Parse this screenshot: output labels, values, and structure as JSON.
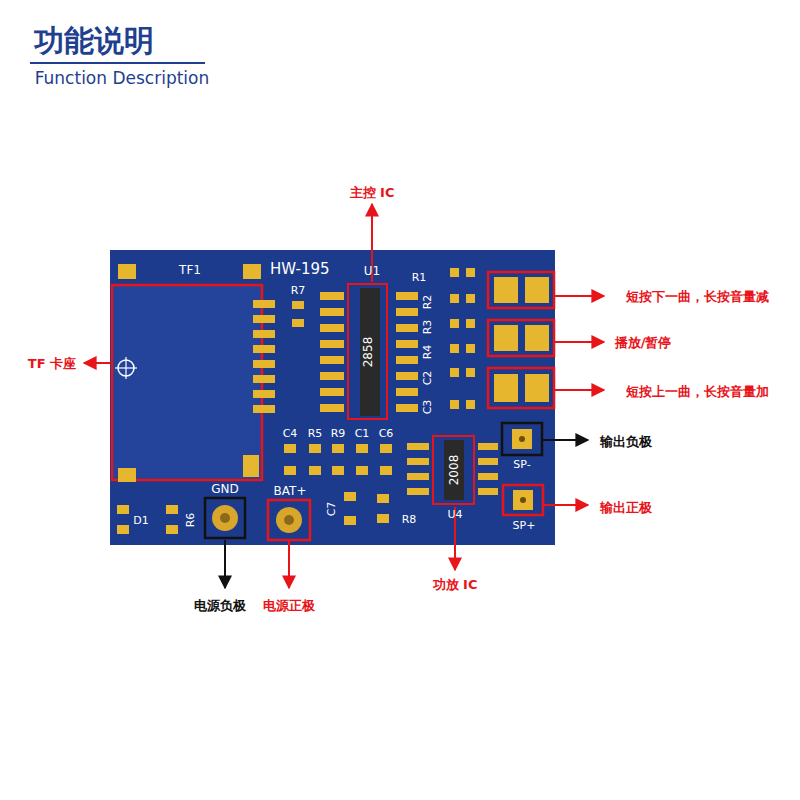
{
  "diagram": {
    "title": "功能说明",
    "nodes": [
      {
        "text": [
          "HW-195"
        ]
      },
      {
        "text": [
          "2858"
        ],
        "in": 0
      },
      {
        "text": [
          "2008"
        ],
        "in": 0
      }
    ],
    "labels": [
      "Function Description",
      "TF1",
      "U1",
      "R1",
      "R7",
      "R2",
      "R3",
      "R4",
      "C2",
      "C3",
      "C4",
      "R5",
      "R9",
      "C1",
      "C6",
      "C7",
      "R8",
      "D1",
      "R6",
      "GND",
      "BAT+",
      "SP-",
      "SP+",
      "U4",
      "主控 IC",
      "TF 卡座",
      "短按下一曲，长按音量减",
      "播放/暂停",
      "短按上一曲，长按音量加",
      "输出负极",
      "输出正极",
      "电源负极",
      "电源正极",
      "功放 IC"
    ]
  }
}
